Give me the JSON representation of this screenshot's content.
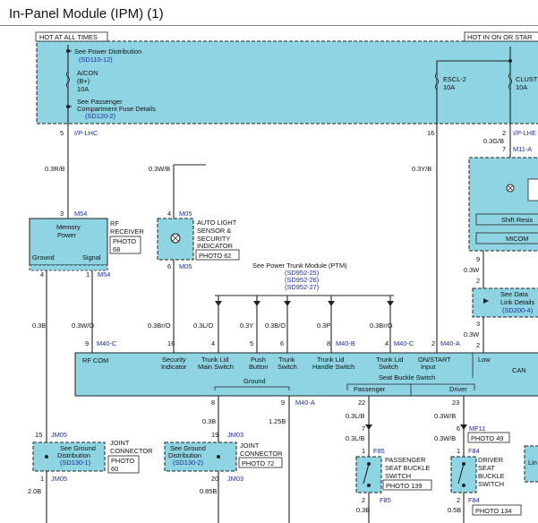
{
  "title": "In-Panel Module (IPM) (1)",
  "fuse_header": {
    "hot_left": "HOT AT ALL TIMES",
    "hot_right": "HOT IN ON OR STAR"
  },
  "fuses": {
    "acon": {
      "ref1": "See Power Distribution",
      "ref1_link": "(SD110-12)",
      "name": "A/CON",
      "rating1": "(B+)",
      "rating2": "10A",
      "ref2a": "See Passenger",
      "ref2b": "Compartment Fuse Details",
      "ref2_link": "(SD120-2)"
    },
    "escl": {
      "name": "ESCL-2",
      "rating": "10A"
    },
    "clust": {
      "name": "CLUST",
      "rating": "10A"
    }
  },
  "ipm_pins": {
    "pin5": "5",
    "lhc": "I/P-LHC",
    "pin16": "16",
    "pin2": "2",
    "lhe": "I/P-LHE",
    "pin7": "7",
    "m11": "M11-A"
  },
  "wires": {
    "w03rb": "0.3R/B",
    "w03wb": "0.3W/B",
    "w03yb": "0.3Y/B",
    "w03gb": "0.3G/B",
    "w03b": "0.3B",
    "w03wo": "0.3W/O",
    "w03bro": "0.3Br/O",
    "w03lo": "0.3L/O",
    "w03y": "0.3Y",
    "w03bo": "0.3B/O",
    "w03p": "0.3P",
    "w03w": "0.3W",
    "w03w2": "0.3W",
    "w125b": "1.25B",
    "w03lb": "0.3L/B",
    "w03lb2": "0.3L/B",
    "w03wb2": "0.3W/B",
    "w03wb3": "0.3W/B",
    "w20b": "2.0B",
    "w085b": "0.85B",
    "w03b2": "0.3B",
    "w03b3": "0.3B",
    "w05b": "0.5B"
  },
  "memory_power": {
    "pin3": "3",
    "conn": "M54",
    "label1": "Memory",
    "label2": "Power",
    "ground": "Ground",
    "signal": "Signal",
    "pin4": "4",
    "pin1": "1",
    "conn2": "M54",
    "rf1": "RF",
    "rf2": "RECEIVER",
    "photo1": "PHOTO",
    "photo2": "68"
  },
  "auto_light": {
    "pin4": "4",
    "conn": "M05",
    "pin6": "6",
    "conn2": "M05",
    "l1": "AUTO LIGHT",
    "l2": "SENSOR &",
    "l3": "SECURITY",
    "l4": "INDICATOR",
    "photo": "PHOTO 62"
  },
  "ptm": {
    "l1": "See Power Trunk Module (PTM)",
    "l2": "(SD952-25)",
    "l3": "(SD952-26)",
    "l4": "(SD952-27)"
  },
  "right_box": {
    "shift": "Shift Resis",
    "micom": "MICOM"
  },
  "data_link": {
    "l1": "See Data",
    "l2": "Link Details",
    "link": "(SD200-4)",
    "pin9": "9",
    "pin2": "2",
    "pin3": "3",
    "pin2b": "2"
  },
  "main_module": {
    "rf_com": "RF COM",
    "pins": [
      {
        "num": "9",
        "conn": "M40-C"
      },
      {
        "num": "16",
        "conn": ""
      },
      {
        "num": "4",
        "conn": ""
      },
      {
        "num": "5",
        "conn": ""
      },
      {
        "num": "6",
        "conn": ""
      },
      {
        "num": "8",
        "conn": "M40-B"
      },
      {
        "num": "4",
        "conn": "M40-C"
      },
      {
        "num": "2",
        "conn": "M40-A"
      }
    ],
    "sections": {
      "sec1": "Security",
      "sec2": "Indicator",
      "tlm1": "Trunk Lid",
      "tlm2": "Main Switch",
      "pb1": "Push",
      "pb2": "Button",
      "ts1": "Trunk",
      "ts2": "Switch",
      "th1": "Trunk Lid",
      "th2": "Handle Switch",
      "tl1": "Trunk Lid",
      "tl2": "Switch",
      "on1": "ON/START",
      "on2": "Input",
      "low": "Low",
      "can": "CAN"
    },
    "ground": "Ground",
    "seat_buckle": "Seat Buckle Switch",
    "passenger": "Passenger",
    "driver": "Driver",
    "pin8": "8",
    "pin9": "9",
    "m40a": "M40-A",
    "pin22": "22",
    "pin23": "23"
  },
  "joint_left": {
    "pin15": "15",
    "conn": "JM05",
    "l1": "See Ground",
    "l2": "Distribution",
    "link": "(SD130-1)",
    "pin1": "1",
    "conn2": "JM05",
    "j1": "JOINT",
    "j2": "CONNECTOR",
    "photo1": "PHOTO",
    "photo2": "60"
  },
  "joint_mid": {
    "pin19": "19",
    "conn": "JM03",
    "l1": "See Ground",
    "l2": "Distribution",
    "link": "(SD130-2)",
    "pin20": "20",
    "conn2": "JM03",
    "j1": "JOINT",
    "j2": "CONNECTOR",
    "photo": "PHOTO 72"
  },
  "pass_seat": {
    "pin7": "7",
    "pin1": "1",
    "conn": "F85",
    "pin2": "2",
    "conn2": "F85",
    "l1": "PASSENGER",
    "l2": "SEAT BUCKLE",
    "l3": "SWITCH",
    "photo": "PHOTO 139"
  },
  "driver_seat": {
    "pin6": "6",
    "conn": "MF11",
    "photo": "PHOTO 49",
    "pin1": "1",
    "conn2": "F84",
    "pin2": "2",
    "conn3": "F84",
    "l1": "DRIVER",
    "l2": "SEAT",
    "l3": "BUCKLE",
    "l4": "SWITCH",
    "photo2": "PHOTO 134"
  },
  "edge_text": "Lin",
  "colors": {
    "fill": "#8fd4e3",
    "border": "#222222",
    "link": "#1c2c9c"
  }
}
